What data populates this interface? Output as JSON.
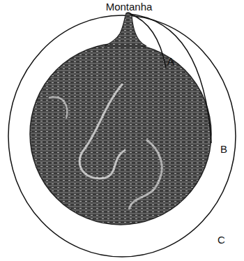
{
  "diagram": {
    "labels": [
      "Montanha",
      "A",
      "B",
      "C"
    ]
  }
}
